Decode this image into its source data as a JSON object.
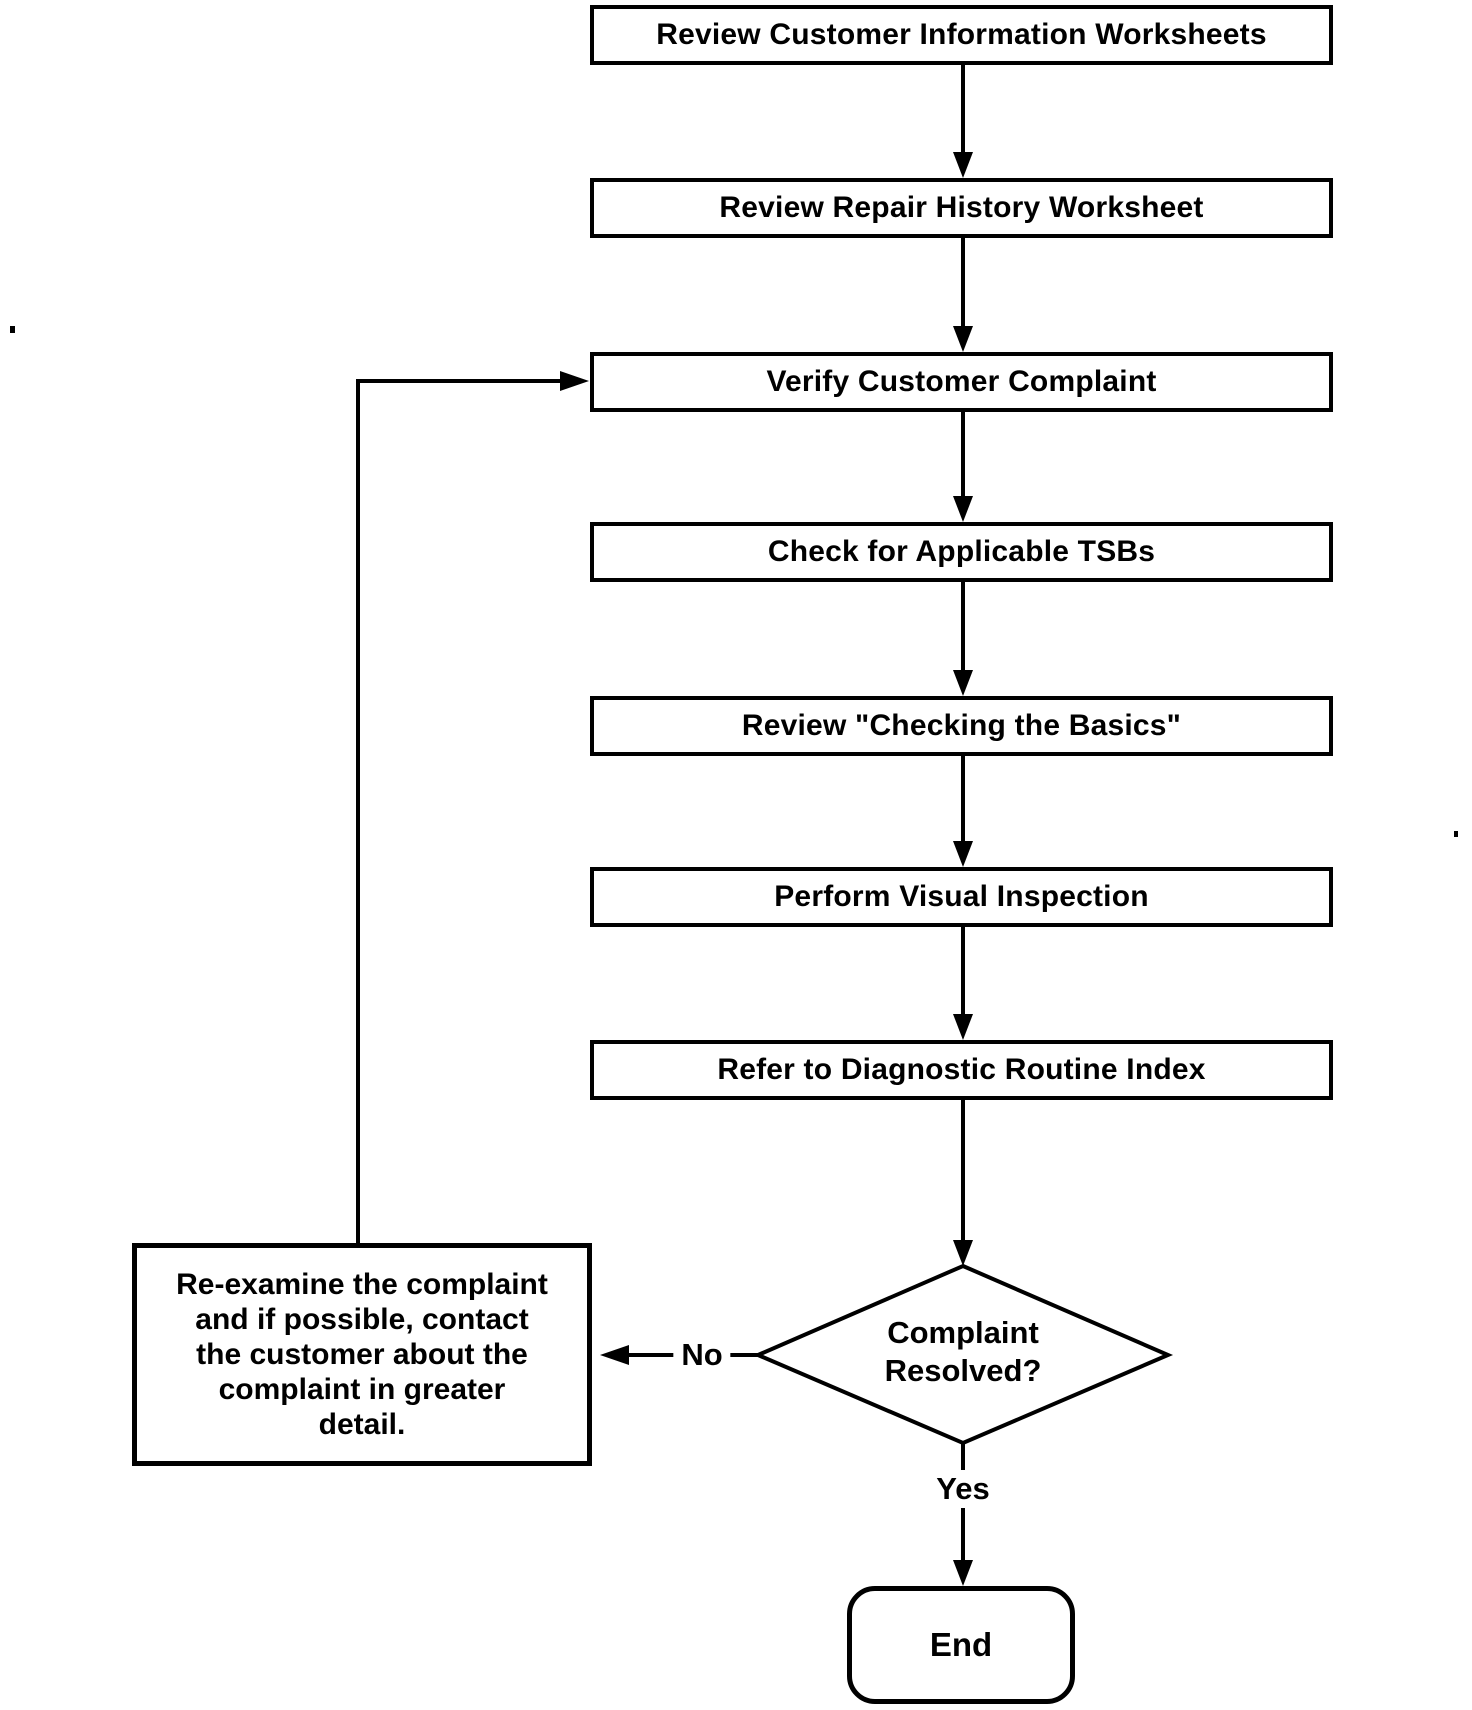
{
  "flow": {
    "nodes": {
      "step1": "Review Customer Information Worksheets",
      "step2": "Review Repair History Worksheet",
      "step3": "Verify Customer Complaint",
      "step4": "Check for Applicable TSBs",
      "step5": "Review \"Checking the Basics\"",
      "step6": "Perform Visual Inspection",
      "step7": "Refer to Diagnostic Routine Index",
      "decision": {
        "lines": [
          "Complaint",
          "Resolved?"
        ]
      },
      "reexamine": {
        "lines": [
          "Re-examine the complaint",
          "and if possible, contact",
          "the customer about the",
          "complaint in greater",
          "detail."
        ]
      },
      "end": "End"
    },
    "edge_labels": {
      "no": "No",
      "yes": "Yes"
    },
    "colors": {
      "line": "#000000",
      "background": "#ffffff"
    }
  }
}
